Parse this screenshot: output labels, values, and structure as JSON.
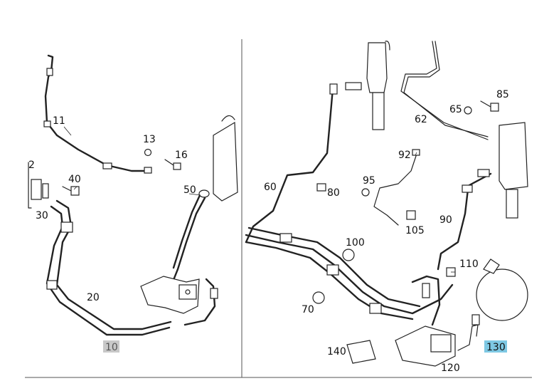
{
  "diagram": {
    "labels": [
      {
        "id": "11",
        "text": "11"
      },
      {
        "id": "13",
        "text": "13"
      },
      {
        "id": "16",
        "text": "16"
      },
      {
        "id": "2",
        "text": "2"
      },
      {
        "id": "40",
        "text": "40"
      },
      {
        "id": "30",
        "text": "30"
      },
      {
        "id": "50",
        "text": "50"
      },
      {
        "id": "20",
        "text": "20"
      },
      {
        "id": "10",
        "text": "10",
        "highlight": "gray"
      },
      {
        "id": "60",
        "text": "60"
      },
      {
        "id": "80",
        "text": "80"
      },
      {
        "id": "62",
        "text": "62"
      },
      {
        "id": "65",
        "text": "65"
      },
      {
        "id": "85",
        "text": "85"
      },
      {
        "id": "92",
        "text": "92"
      },
      {
        "id": "95",
        "text": "95"
      },
      {
        "id": "105",
        "text": "105"
      },
      {
        "id": "90",
        "text": "90"
      },
      {
        "id": "100",
        "text": "100"
      },
      {
        "id": "110",
        "text": "110"
      },
      {
        "id": "70",
        "text": "70"
      },
      {
        "id": "140",
        "text": "140"
      },
      {
        "id": "120",
        "text": "120"
      },
      {
        "id": "130",
        "text": "130",
        "highlight": "blue"
      }
    ],
    "colors": {
      "highlight_gray": "#c8c8c8",
      "highlight_blue": "#7ec8e3",
      "line": "#222222"
    }
  }
}
